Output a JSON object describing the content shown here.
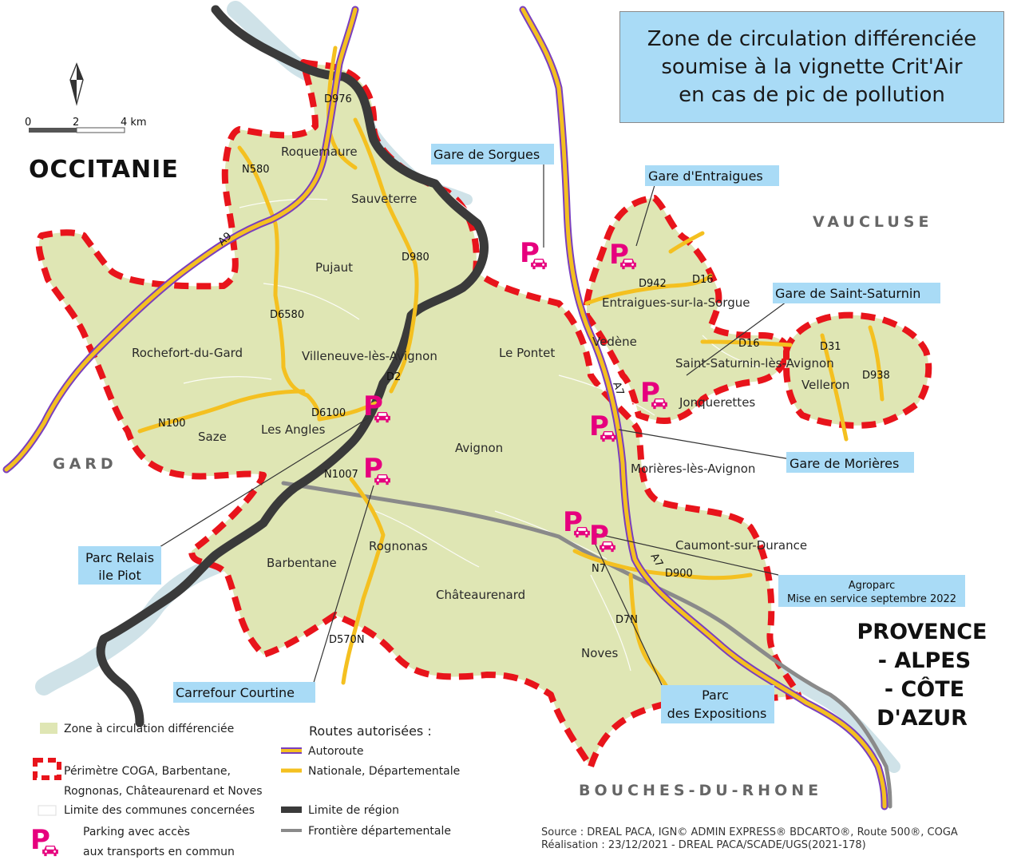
{
  "title": {
    "lines": [
      "Zone de circulation différenciée",
      "soumise à la vignette Crit'Air",
      "en cas de pic de pollution"
    ]
  },
  "scale": {
    "labels": [
      "0",
      "2",
      "4 km"
    ]
  },
  "regions": {
    "occitanie": "OCCITANIE",
    "paca": [
      "PROVENCE",
      "- ALPES",
      "- CÔTE",
      "D'AZUR"
    ]
  },
  "departments": {
    "vaucluse": "VAUCLUSE",
    "gard": "GARD",
    "bdr": "BOUCHES-DU-RHONE"
  },
  "communes": [
    "Roquemaure",
    "Sauveterre",
    "Pujaut",
    "Villeneuve-lès-Avignon",
    "Rochefort-du-Gard",
    "Les Angles",
    "Saze",
    "Avignon",
    "Le Pontet",
    "Vedène",
    "Entraigues-sur-la-Sorgue",
    "Saint-Saturnin-lès-Avignon",
    "Jonquerettes",
    "Velleron",
    "Morières-lès-Avignon",
    "Caumont-sur-Durance",
    "Barbentane",
    "Rognonas",
    "Châteaurenard",
    "Noves"
  ],
  "roads": [
    "D976",
    "N580",
    "A9",
    "D980",
    "D6580",
    "D2",
    "D6100",
    "N100",
    "N1007",
    "D942",
    "D16",
    "D16",
    "D31",
    "D938",
    "A7",
    "A7",
    "N7",
    "D900",
    "D7N",
    "D570N"
  ],
  "parking_label": "P",
  "callouts": {
    "sorgues": "Gare de Sorgues",
    "entraigues": "Gare d'Entraigues",
    "saint_saturnin": "Gare de Saint-Saturnin",
    "morieres": "Gare de Morières",
    "piot": [
      "Parc Relais",
      "ile Piot"
    ],
    "courtine": "Carrefour Courtine",
    "agroparc": [
      "Agroparc",
      "Mise en service septembre 2022"
    ],
    "expositions": [
      "Parc",
      "des Expositions"
    ]
  },
  "legend": {
    "zone": "Zone à circulation différenciée",
    "perimetre": [
      "Périmètre COGA, Barbentane,",
      "Rognonas, Châteaurenard et Noves"
    ],
    "limite_communes": "Limite des communes concernées",
    "parking": [
      "Parking avec accès",
      "aux transports en commun"
    ],
    "routes_title": "Routes autorisées :",
    "autoroute": "Autoroute",
    "nationale": "Nationale, Départementale",
    "limite_region": "Limite de région",
    "frontiere": "Frontière départementale"
  },
  "source": [
    "Source : DREAL PACA, IGN© ADMIN EXPRESS® BDCARTO®, Route 500®, COGA",
    "Réalisation : 23/12/2021 - DREAL PACA/SCADE/UGS(2021-178)"
  ],
  "colors": {
    "zone_fill": "#dfe6b4",
    "perimeter": "#e8141b",
    "motorway_outer": "#7a3fbf",
    "road": "#f4c020",
    "region_border": "#3a3a3a",
    "dept_border": "#8a8a8a",
    "river": "#cfe2e8",
    "callout": "#a9dbf6",
    "parking": "#e6007e"
  }
}
